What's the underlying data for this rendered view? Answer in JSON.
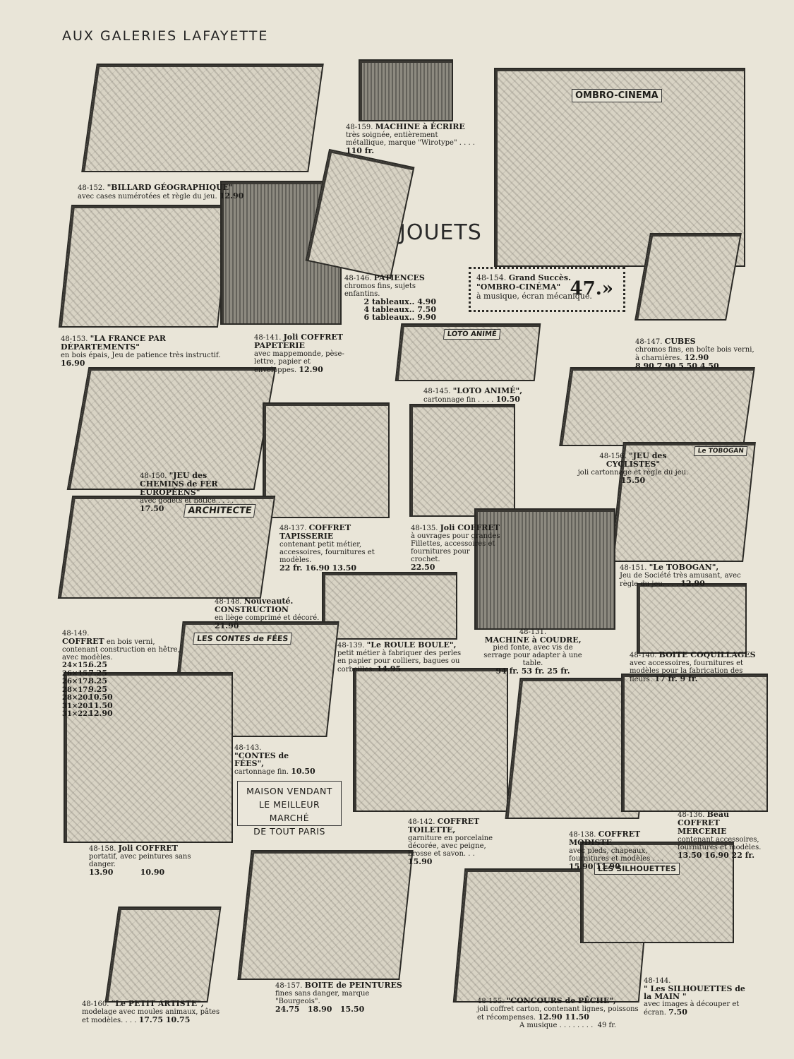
{
  "header": "AUX GALERIES LAFAYETTE",
  "section_title": "JOUETS",
  "slogan": [
    "MAISON VENDANT",
    "LE MEILLEUR MARCHÉ",
    "DE TOUT PARIS"
  ],
  "promo": {
    "code": "48-154.",
    "line1": "Grand Succès.",
    "line2": "\"OMBRO-CINÉMA\"",
    "line3": "à musique, écran mécanique.",
    "price": "47.»"
  },
  "illustration_texts": {
    "ombro": "OMBRO-CINEMA",
    "loto": "LOTO ANIMÉ",
    "architecte": "ARCHITECTE",
    "contes": "LES CONTES de FÉES",
    "silhouettes": "LES SILHOUETTES",
    "tobogan": "Le TOBOGAN"
  },
  "items": [
    {
      "id": "152",
      "code": "48-152.",
      "title": "\"BILLARD GÉOGRAPHIQUE\"",
      "desc": "avec cases numérotées et règle du jeu.",
      "price": "12.90"
    },
    {
      "id": "159",
      "code": "48-159.",
      "title": "MACHINE à ÉCRIRE",
      "desc": "très soignée, entièrement métallique, marque \"Wirotype\" . . . .",
      "price": "110 fr."
    },
    {
      "id": "153",
      "code": "48-153.",
      "title": "\"LA FRANCE PAR DÉPARTEMENTS\"",
      "desc": "en bois épais, Jeu de patience très instructif.",
      "price": "16.90"
    },
    {
      "id": "141",
      "code": "48-141.",
      "title": "Joli COFFRET PAPETERIE",
      "desc": "avec mappemonde, pèse-lettre, papier et enveloppes.",
      "price": "12.90"
    },
    {
      "id": "146",
      "code": "48-146.",
      "title": "PATIENCES",
      "desc": "chromos fins, sujets enfantins.",
      "prices": [
        "2 tableaux.. 4.90",
        "4 tableaux.. 7.50",
        "6 tableaux.. 9.90"
      ]
    },
    {
      "id": "145",
      "code": "48-145.",
      "title": "\"LOTO ANIMÉ\",",
      "desc": "cartonnage fin . . . .",
      "price": "10.50"
    },
    {
      "id": "147",
      "code": "48-147.",
      "title": "CUBES",
      "desc": "chromos fins, en boîte bois verni, à charnières.",
      "price": "12.90",
      "prices2": "8.90   7.90   5.50   4.50"
    },
    {
      "id": "150",
      "code": "48-150.",
      "title": "\"JEU des CHEMINS de FER EUROPÉENS\"",
      "desc": "avec godets et notice . . . .",
      "price": "17.50"
    },
    {
      "id": "156",
      "code": "48-156.",
      "title": "\"JEU des CYCLISTES\"",
      "desc": "joli cartonnage et règle du jeu.",
      "price": "15.50"
    },
    {
      "id": "137",
      "code": "48-137.",
      "title": "COFFRET TAPISSERIE",
      "desc": "contenant petit métier, accessoires, fournitures et modèles.",
      "price": "22 fr.  16.90  13.50"
    },
    {
      "id": "135",
      "code": "48-135.",
      "title": "Joli COFFRET",
      "desc": "à ouvrages pour grandes Fillettes, accessoires et fournitures pour crochet.",
      "price": "22.50"
    },
    {
      "id": "151",
      "code": "48-151.",
      "title": "\"Le TOBOGAN\",",
      "desc": "Jeu de Société très amusant, avec règle du jeu. . . .",
      "price": "12.90"
    },
    {
      "id": "148",
      "code": "48-148.",
      "title": "Nouveauté. CONSTRUCTION",
      "desc": "en liège comprimé et décoré.",
      "price": "21.90"
    },
    {
      "id": "149",
      "code": "48-149.",
      "title": "COFFRET",
      "desc": "en bois verni, contenant construction en hêtre, avec modèles.",
      "table": [
        [
          "24×15.",
          "6.25"
        ],
        [
          "26×15.",
          "7.25"
        ],
        [
          "26×17.",
          "8.25"
        ],
        [
          "28×17.",
          "9.25"
        ],
        [
          "28×20.",
          "10.50"
        ],
        [
          "31×20.",
          "11.50"
        ],
        [
          "31×22.",
          "12.90"
        ]
      ]
    },
    {
      "id": "139",
      "code": "48-139.",
      "title": "\"Le ROULE BOULE\",",
      "desc": "petit métier à fabriquer des perles en papier pour colliers, bagues ou corbeilles.",
      "price": "14.95"
    },
    {
      "id": "131",
      "code": "48-131.",
      "title": "MACHINE à COUDRE,",
      "desc": "pied fonte, avec vis de serrage pour adapter à une table.",
      "price": "94 fr.   53 fr.   25 fr."
    },
    {
      "id": "140",
      "code": "48-140.",
      "title": "BOITE COQUILLAGES",
      "desc": "avec accessoires, fournitures et modèles pour la fabrication des fleurs.",
      "price": "17 fr.  9 fr."
    },
    {
      "id": "143",
      "code": "48-143.",
      "title": "\"CONTES de FÉES\",",
      "desc": "cartonnage fin.",
      "price": "10.50"
    },
    {
      "id": "142",
      "code": "48-142.",
      "title": "COFFRET TOILETTE,",
      "desc": "garniture en porcelaine décorée, avec peigne, brosse et savon. . .",
      "price": "15.90"
    },
    {
      "id": "136",
      "code": "48-136.",
      "title": "Beau COFFRET MERCERIE",
      "desc": "contenant accessoires, fournitures et modèles.",
      "price": "13.50  16.90  22 fr."
    },
    {
      "id": "158",
      "code": "48-158.",
      "title": "Joli COFFRET",
      "desc": "portatif, avec peintures sans danger.",
      "price": "13.90          10.90"
    },
    {
      "id": "138",
      "code": "48-138.",
      "title": "COFFRET MODISTE",
      "desc": "avec pieds, chapeaux, fournitures et modèles . . .",
      "price": "15.90  11.90"
    },
    {
      "id": "157",
      "code": "48-157.",
      "title": "BOITE de PEINTURES",
      "desc": "fines sans danger, marque \"Bourgeois\".",
      "price": "24.75   18.90   15.50"
    },
    {
      "id": "160",
      "code": "48-160.",
      "title": "\"Le PETIT ARTISTE\",",
      "desc": "modelage avec moules animaux, pâtes et modèles. . . .",
      "price": "17.75  10.75"
    },
    {
      "id": "155",
      "code": "48-155.",
      "title": "\"CONCOURS de PÊCHE\",",
      "desc": "joli coffret carton, contenant lignes, poissons et récompenses.",
      "price": "12.90  11.50",
      "extra": "A musique . . . . . . . .  49 fr."
    },
    {
      "id": "144",
      "code": "48-144.",
      "title": "\" Les SILHOUETTES de la MAIN \"",
      "desc": "avec images à découper et écran.",
      "price": "7.50"
    }
  ]
}
